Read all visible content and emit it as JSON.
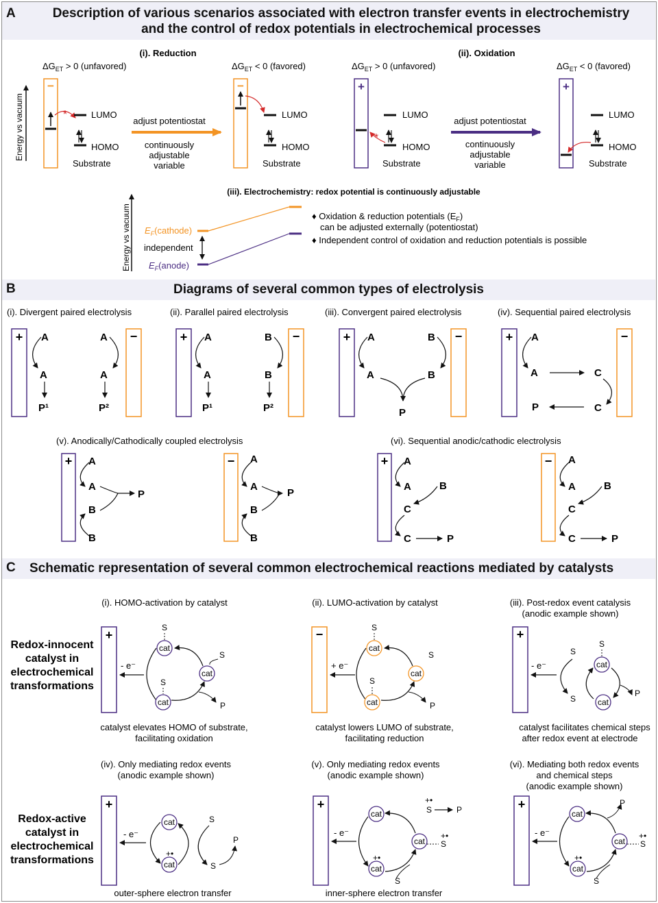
{
  "colors": {
    "orange": "#f39424",
    "purple": "#4b2e83",
    "red": "#d42a2a",
    "header_bg": "#efeff7"
  },
  "sectionA": {
    "letter": "A",
    "title_line1": "Description of various scenarios associated with electron transfer events in electrochemistry",
    "title_line2": "and the control of redox potentials in electrochemical processes",
    "i_title": "(i). Reduction",
    "ii_title": "(ii). Oxidation",
    "unfavored": "ΔG",
    "et": "ET",
    "gt0": " > 0 (unfavored)",
    "lt0": " < 0 (favored)",
    "lumo": "LUMO",
    "homo": "HOMO",
    "substrate": "Substrate",
    "energy_axis": "Energy vs vacuum",
    "adjust": "adjust potentiostat",
    "continuously": "continuously",
    "adjustable": "adjustable",
    "variable": "variable",
    "minus": "−",
    "plus": "+",
    "iii_title": "(iii). Electrochemistry: redox potential is continuously adjustable",
    "cathode": "E",
    "cathode_sub": "F",
    "cathode_label": "(cathode)",
    "anode_label": "(anode)",
    "independent": "independent",
    "bullet1a": "♦ Oxidation & reduction potentials (E",
    "bullet1b": "F",
    "bullet1c": ")",
    "bullet1d": "can be adjusted externally (potentiostat)",
    "bullet2": "♦ Independent control of oxidation and reduction potentials is possible"
  },
  "sectionB": {
    "letter": "B",
    "title": "Diagrams of several common types of electrolysis",
    "i": "(i). Divergent paired electrolysis",
    "ii": "(ii). Parallel paired electrolysis",
    "iii": "(iii). Convergent paired electrolysis",
    "iv": "(iv). Sequential paired electrolysis",
    "v": "(v). Anodically/Cathodically coupled electrolysis",
    "vi": "(vi). Sequential anodic/cathodic electrolysis",
    "A": "A",
    "B": "B",
    "C": "C",
    "P": "P",
    "P1": "P¹",
    "P2": "P²"
  },
  "sectionC": {
    "letter": "C",
    "title": "Schematic representation of several common electrochemical reactions mediated by catalysts",
    "i": "(i). HOMO-activation by catalyst",
    "ii": "(ii). LUMO-activation by catalyst",
    "iii_1": "(iii). Post-redox event catalysis",
    "iii_2": "(anodic example shown)",
    "iv_1": "(iv). Only mediating redox events",
    "iv_2": "(anodic example shown)",
    "v_1": "(v). Only mediating redox events",
    "v_2": "(anodic example shown)",
    "vi_1": "(vi). Mediating both redox events",
    "vi_2": "and chemical steps",
    "vi_3": "(anodic example shown)",
    "innocent": [
      "Redox-innocent",
      "catalyst in",
      "electrochemical",
      "transformations"
    ],
    "active": [
      "Redox-active",
      "catalyst in",
      "electrochemical",
      "transformations"
    ],
    "cap_i": [
      "catalyst elevates HOMO of substrate,",
      "facilitating oxidation"
    ],
    "cap_ii": [
      "catalyst lowers LUMO of substrate,",
      "facilitating reduction"
    ],
    "cap_iii": [
      "catalyst facilitates chemical steps",
      "after redox event at electrode"
    ],
    "cap_iv": "outer-sphere electron transfer",
    "cap_v": "inner-sphere electron transfer",
    "cat": "cat",
    "S": "S",
    "P": "P",
    "minus_e": "- e⁻",
    "plus_e": "+ e⁻"
  }
}
